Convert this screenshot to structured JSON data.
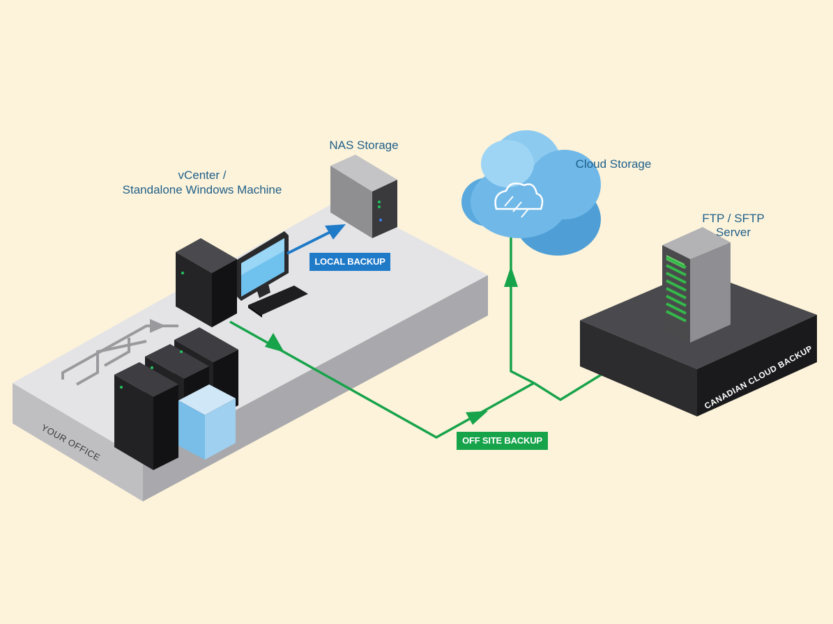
{
  "labels": {
    "nas": "NAS Storage",
    "vcenter_1": "vCenter /",
    "vcenter_2": "Standalone Windows Machine",
    "cloud": "Cloud Storage",
    "ftp_1": "FTP / SFTP",
    "ftp_2": "Server"
  },
  "badges": {
    "local": "LOCAL BACKUP",
    "offsite": "OFF SITE BACKUP"
  },
  "platforms": {
    "office": "YOUR OFFICE",
    "canadian": "CANADIAN CLOUD BACKUP"
  },
  "colors": {
    "background": "#fdf3da",
    "local_backup": "#1f7ac8",
    "offsite_backup": "#17a34a",
    "label_text": "#1f5f8a",
    "cloud": "#5eaee2"
  }
}
